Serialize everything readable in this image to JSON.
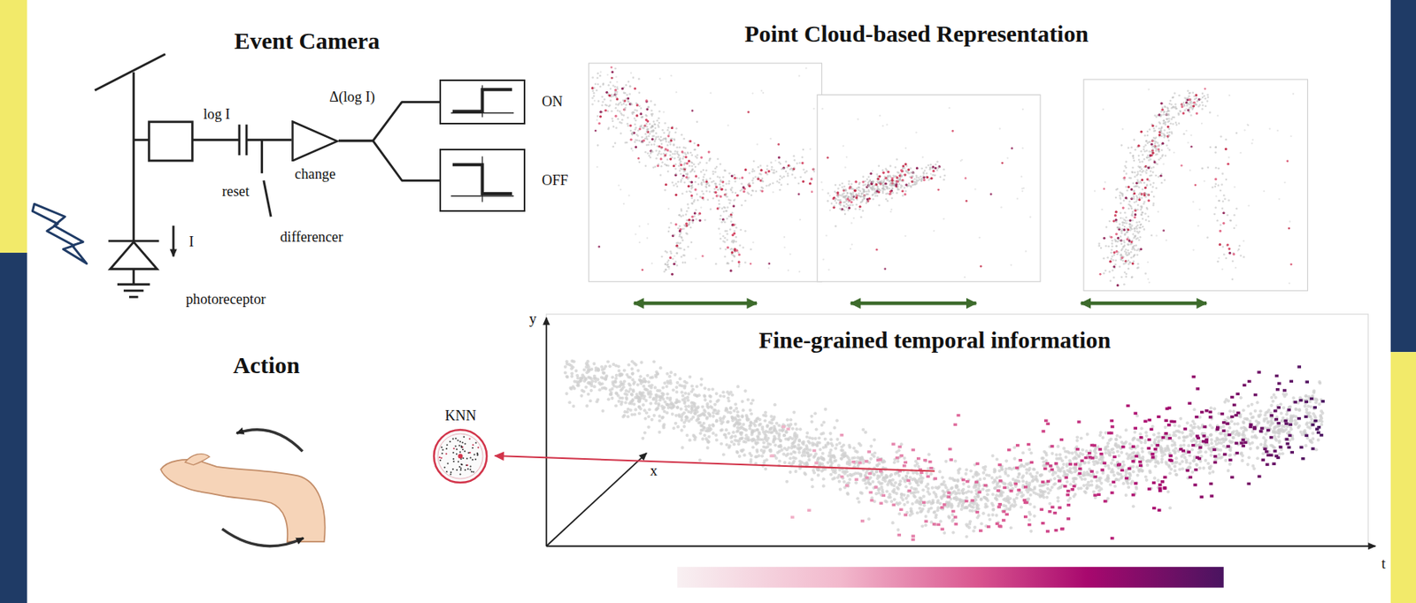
{
  "diagram": {
    "nodes": [
      {
        "text": [
          "change"
        ]
      },
      {
        "text": [
          "ON"
        ]
      },
      {
        "text": [
          "OFF"
        ]
      },
      {
        "text": [
          "KNN"
        ]
      }
    ],
    "edges": [
      {
        "from": 0,
        "to": 1,
        "arrow": "none"
      },
      {
        "from": 0,
        "to": 2,
        "arrow": "none"
      }
    ],
    "labels": [
      "Event Camera",
      "Point Cloud-based Representation",
      "Fine-grained temporal information",
      "Action",
      "log I",
      "Δ(log I)",
      "reset",
      "differencer",
      "I",
      "photoreceptor",
      "y",
      "x",
      "t"
    ]
  }
}
